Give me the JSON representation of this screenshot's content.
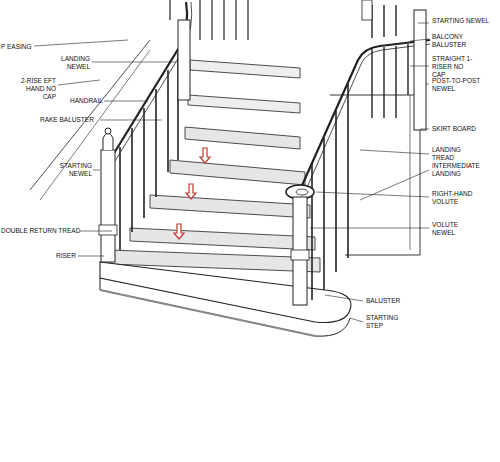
{
  "diagram": {
    "labels": [
      "P EASING",
      "LANDING NEWEL",
      "2-RISE EFT HAND NO CAP",
      "HANDRAIL",
      "RAKE BALUSTER",
      "STARTING NEWEL",
      "DOUBLE RETURN TREAD",
      "RISER",
      "STARTING NEWEL",
      "BALCONY BALUSTER",
      "STRAIGHT 1-RISER NO CAP",
      "POST-TO-POST NEWEL",
      "SKIRT BOARD",
      "LANDING TREAD",
      "INTERMEDIATE LANDING",
      "RIGHT-HAND VOLUTE",
      "VOLUTE NEWEL",
      "BALUSTER",
      "STARTING STEP"
    ]
  }
}
